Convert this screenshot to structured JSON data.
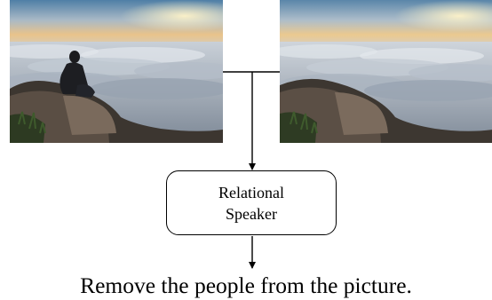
{
  "diagram": {
    "input_images": [
      {
        "content": "person sitting on a rock above a sea of clouds at sunset"
      },
      {
        "content": "the same rocky ledge above the clouds with the person removed"
      }
    ],
    "model_box": {
      "line1": "Relational",
      "line2": "Speaker"
    },
    "output_text": "Remove the people from the picture."
  }
}
